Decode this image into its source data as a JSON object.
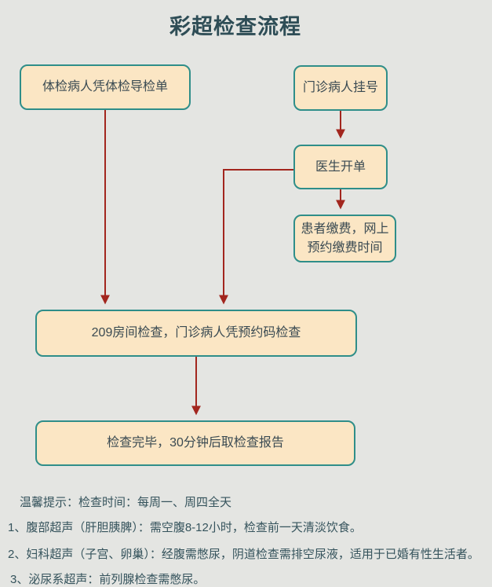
{
  "title": "彩超检查流程",
  "colors": {
    "page_bg": "#e4e5e2",
    "node_fill": "#fbe6c4",
    "node_border": "#2f8e89",
    "node_text": "#3a4a52",
    "title_text": "#2e4d56",
    "note_text": "#35535c",
    "arrow": "#a2261e"
  },
  "nodes": {
    "physical_exam": {
      "label": "体检病人凭体检导检单"
    },
    "outpatient": {
      "label": "门诊病人挂号"
    },
    "doctor_order": {
      "label": "医生开单"
    },
    "payment": {
      "label": "患者缴费，网上预约缴费时间"
    },
    "room_check": {
      "label": "209房间检查，门诊病人凭预约码检查"
    },
    "report": {
      "label": "检查完毕，30分钟后取检查报告"
    }
  },
  "notes": {
    "tip": "温馨提示：检查时间：每周一、周四全天",
    "items": [
      "1、腹部超声（肝胆胰脾）：需空腹8-12小时，检查前一天清淡饮食。",
      "2、妇科超声（子宫、卵巢）：经腹需憋尿，阴道检查需排空尿液，适用于已婚有性生活者。",
      "3、泌尿系超声：前列腺检查需憋尿。"
    ]
  }
}
